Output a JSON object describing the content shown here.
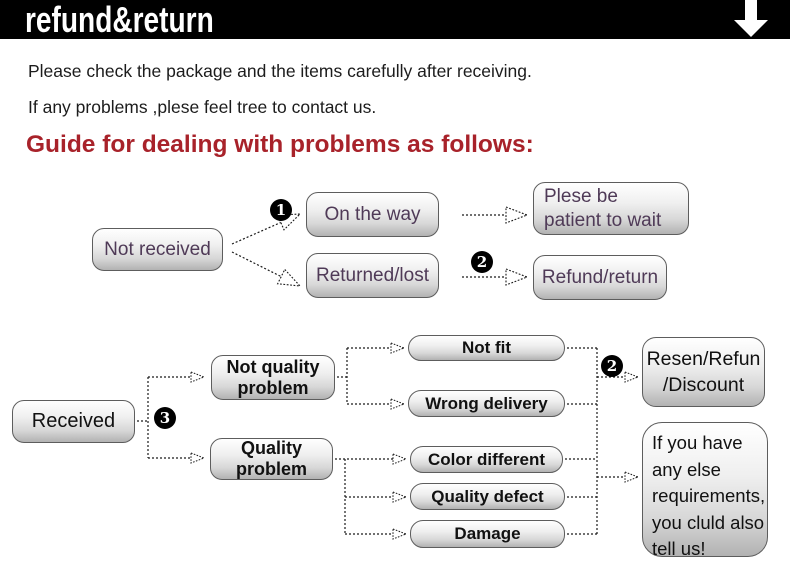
{
  "banner": {
    "title": "refund&return"
  },
  "intro": {
    "line1": "Please check the package and the items carefully after receiving.",
    "line2": "If any problems ,plese feel tree to contact us."
  },
  "heading": {
    "text": "Guide for dealing with problems as follows:"
  },
  "flow1": {
    "not_received": "Not received",
    "on_the_way": "On the way",
    "returned_lost": "Returned/lost",
    "patient": [
      "Plese be",
      "patient to wait"
    ],
    "refund_return": "Refund/return",
    "badge_on_way": "1",
    "badge_refund": "2"
  },
  "flow2": {
    "received": "Received",
    "badge_received": "3",
    "not_quality": [
      "Not quality",
      "problem"
    ],
    "quality": [
      "Quality",
      "problem"
    ],
    "not_fit": "Not fit",
    "wrong_delivery": "Wrong delivery",
    "color_different": "Color different",
    "quality_defect": "Quality defect",
    "damage": "Damage",
    "badge_resen": "2",
    "resen": [
      "Resen/Refun",
      "/Discount"
    ],
    "note": [
      "If you have",
      "any else",
      "requirements,",
      "you cluld also",
      "tell us!"
    ]
  },
  "colors": {
    "banner_bg": "#000000",
    "heading_red": "#a8222a",
    "flow1_text_purple": "#4f3a57",
    "box_border_gray": "#5d5d5d"
  }
}
